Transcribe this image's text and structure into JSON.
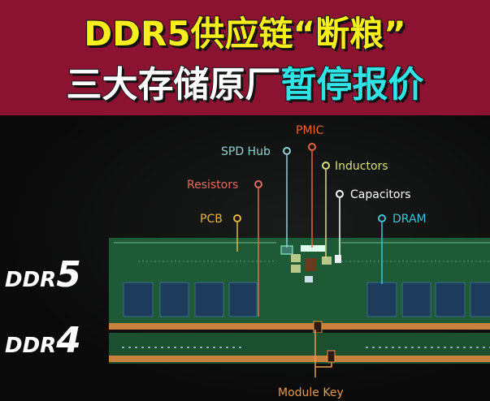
{
  "headline": {
    "line1": "DDR5供应链“断粮”",
    "line2_white": "三大存储原厂",
    "line2_highlight": "暂停报价"
  },
  "colors": {
    "banner": "#8c1232",
    "line1_text": "#f7ee1c",
    "highlight_text": "#2fe3e6",
    "pcb": "#1f5a36"
  },
  "diagram": {
    "modules": [
      {
        "prefix": "DDR",
        "number": "5"
      },
      {
        "prefix": "DDR",
        "number": "4"
      }
    ],
    "callouts": [
      {
        "label": "PMIC",
        "color": "#e8623a"
      },
      {
        "label": "SPD Hub",
        "color": "#8fd3d0"
      },
      {
        "label": "Inductors",
        "color": "#d9e07a"
      },
      {
        "label": "Resistors",
        "color": "#e86a5a"
      },
      {
        "label": "Capacitors",
        "color": "#ffffff"
      },
      {
        "label": "PCB",
        "color": "#e6b43a"
      },
      {
        "label": "DRAM",
        "color": "#3cc6d6"
      },
      {
        "label": "Module Key",
        "color": "#e89a4a"
      }
    ]
  }
}
